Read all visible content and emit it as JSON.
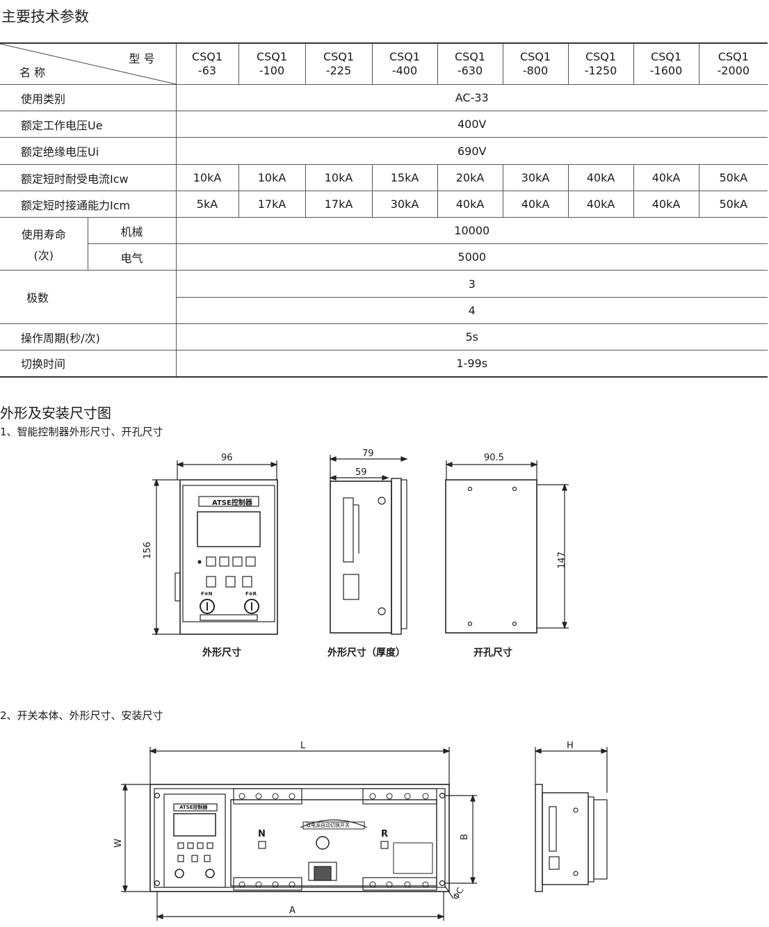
{
  "title": "主要技术参数",
  "table": {
    "header_model": "型 号",
    "header_name": "名 称",
    "models": [
      "CSQ1\n-63",
      "CSQ1\n-100",
      "CSQ1\n-225",
      "CSQ1\n-400",
      "CSQ1\n-630",
      "CSQ1\n-800",
      "CSQ1\n-1250",
      "CSQ1\n-1600",
      "CSQ1\n-2000"
    ],
    "rows": {
      "category": {
        "label": "使用类别",
        "value": "AC-33"
      },
      "ue": {
        "label": "额定工作电压Ue",
        "value": "400V"
      },
      "ui": {
        "label": "额定绝缘电压Ui",
        "value": "690V"
      },
      "icw": {
        "label": "额定短时耐受电流Icw",
        "values": [
          "10kA",
          "10kA",
          "10kA",
          "15kA",
          "20kA",
          "30kA",
          "40kA",
          "40kA",
          "50kA"
        ]
      },
      "icm": {
        "label": "额定短时接通能力Icm",
        "values": [
          "5kA",
          "17kA",
          "17kA",
          "30kA",
          "40kA",
          "40kA",
          "40kA",
          "40kA",
          "50kA"
        ]
      },
      "life": {
        "label_line1": "使用寿命",
        "label_line2": "(次)",
        "mech_label": "机械",
        "mech_value": "10000",
        "elec_label": "电气",
        "elec_value": "5000"
      },
      "poles": {
        "label": "极数",
        "value1": "3",
        "value2": "4"
      },
      "cycle": {
        "label": "操作周期(秒/次)",
        "value": "5s"
      },
      "switch_time": {
        "label": "切换时间",
        "value": "1-99s"
      }
    }
  },
  "section2_title": "外形及安装尺寸图",
  "sub1": "1、智能控制器外形尺寸、开孔尺寸",
  "sub2": "2、开关本体、外形尺寸、安装尺寸",
  "drawings": {
    "front": {
      "width": "96",
      "height": "156",
      "label": "ATSE控制器",
      "caption": "外形尺寸",
      "btn_left": "F⊕N",
      "btn_right": "F⊕R"
    },
    "side": {
      "depth_total": "79",
      "depth_body": "59",
      "caption": "外形尺寸（厚度）"
    },
    "cutout": {
      "width": "90.5",
      "height": "147",
      "caption": "开孔尺寸"
    },
    "switch": {
      "L": "L",
      "A": "A",
      "W": "W",
      "B": "B",
      "C": "ΦC",
      "H": "H",
      "N": "N",
      "R": "R",
      "panel_label": "ATSE控制器",
      "knob_label": "双电源自动切换开关"
    }
  }
}
